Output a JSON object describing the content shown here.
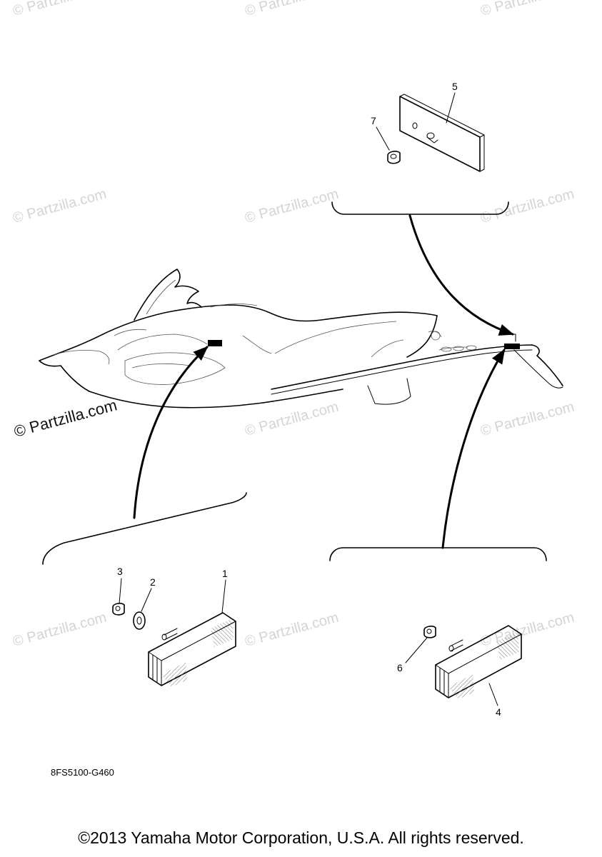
{
  "watermark": {
    "text": "© Partzilla.com"
  },
  "callouts": {
    "c1": "1",
    "c2": "2",
    "c3": "3",
    "c4": "4",
    "c5": "5",
    "c6": "6",
    "c7": "7"
  },
  "drawing_code": "8FS5100-G460",
  "copyright": "©2013 Yamaha Motor Corporation, U.S.A. All rights reserved.",
  "colors": {
    "line": "#000000",
    "watermark": "#d4d4d4",
    "background": "#ffffff"
  }
}
